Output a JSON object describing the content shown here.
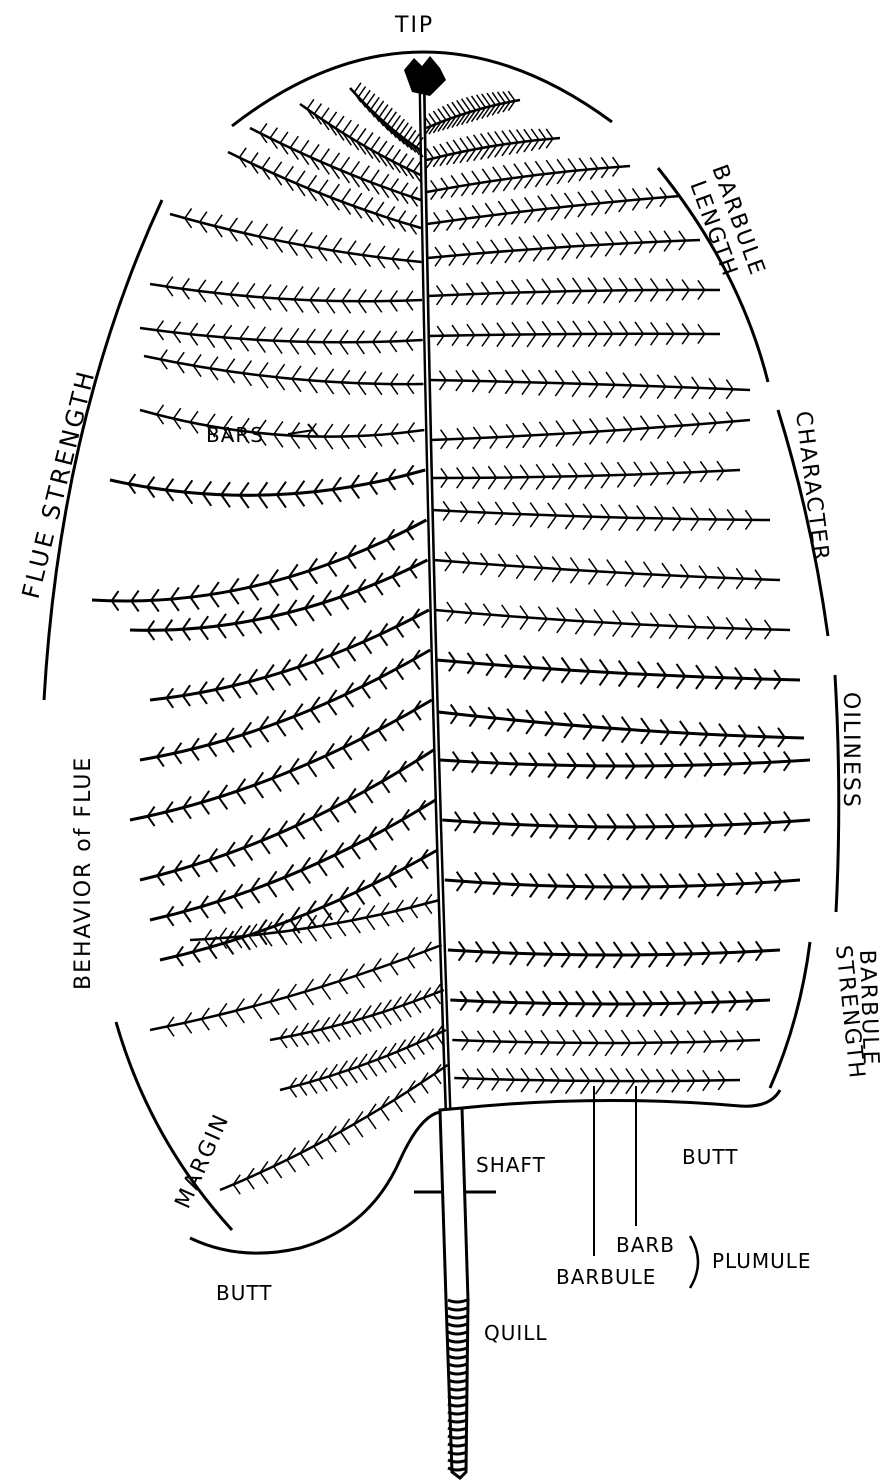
{
  "labels": {
    "tip": "TIP",
    "barbule_length_1": "BARBULE",
    "barbule_length_2": "LENGTH",
    "flue_strength": "FLUE STRENGTH",
    "bars": "BARS",
    "character": "CHARACTER",
    "oiliness": "OILINESS",
    "behavior_of_flue": "BEHAVIOR of FLUE",
    "barbule_strength_1": "BARBULE",
    "barbule_strength_2": "STRENGTH",
    "margin": "MARGIN",
    "shaft": "SHAFT",
    "butt_right": "BUTT",
    "butt_left": "BUTT",
    "barb": "BARB",
    "barbule": "BARBULE",
    "plumule": "PLUMULE",
    "quill": "QUILL"
  },
  "colors": {
    "ink": "#000000",
    "paper": "#ffffff"
  }
}
